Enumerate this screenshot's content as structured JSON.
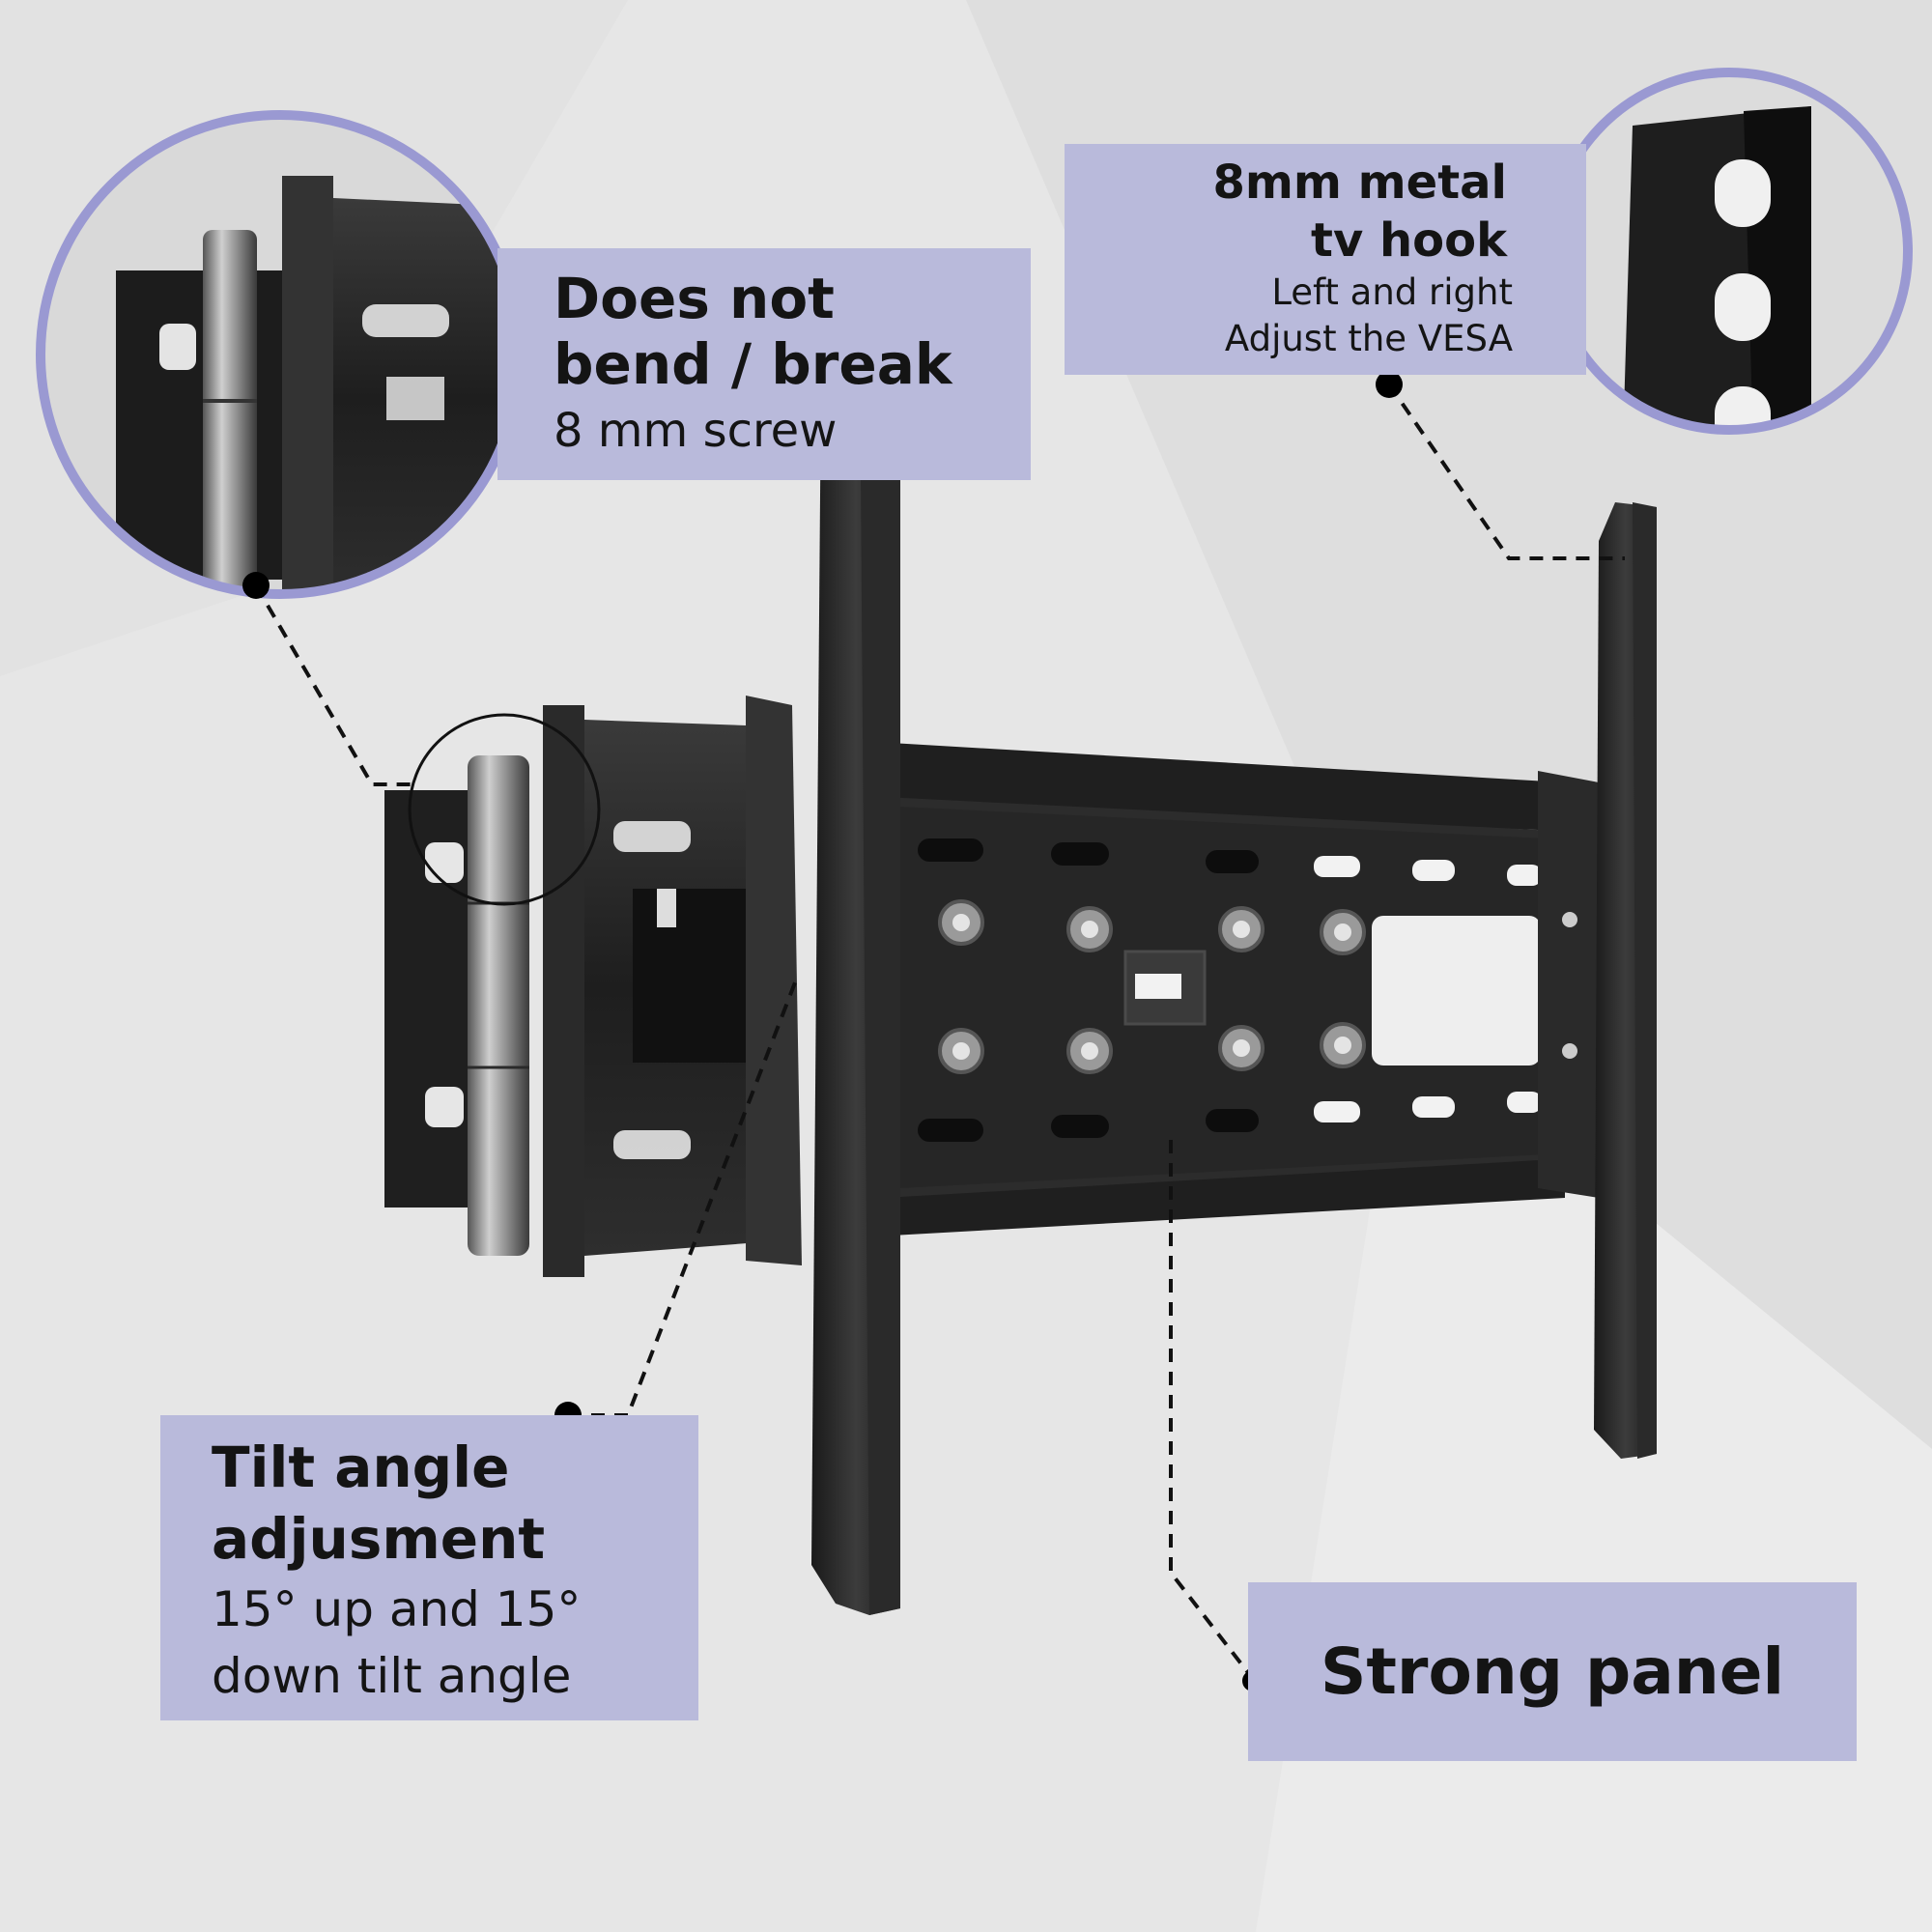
{
  "callouts": {
    "bend": {
      "title_line1": "Does not",
      "title_line2": "bend / break",
      "subtitle": "8 mm screw"
    },
    "hook": {
      "title_line1": "8mm metal",
      "title_line2": "tv hook",
      "sub_line1": "Left and right",
      "sub_line2": "Adjust the VESA"
    },
    "tilt": {
      "title_line1": "Tilt angle",
      "title_line2": "adjusment",
      "sub_line1": "15° up and 15°",
      "sub_line2": "down tilt angle"
    },
    "panel": {
      "title": "Strong panel"
    }
  },
  "colors": {
    "background": "#e6e6e6",
    "callout_fill": "#b9badb",
    "ring": "#9a99d2",
    "metal": "#2a2a2a",
    "text": "#141414"
  }
}
